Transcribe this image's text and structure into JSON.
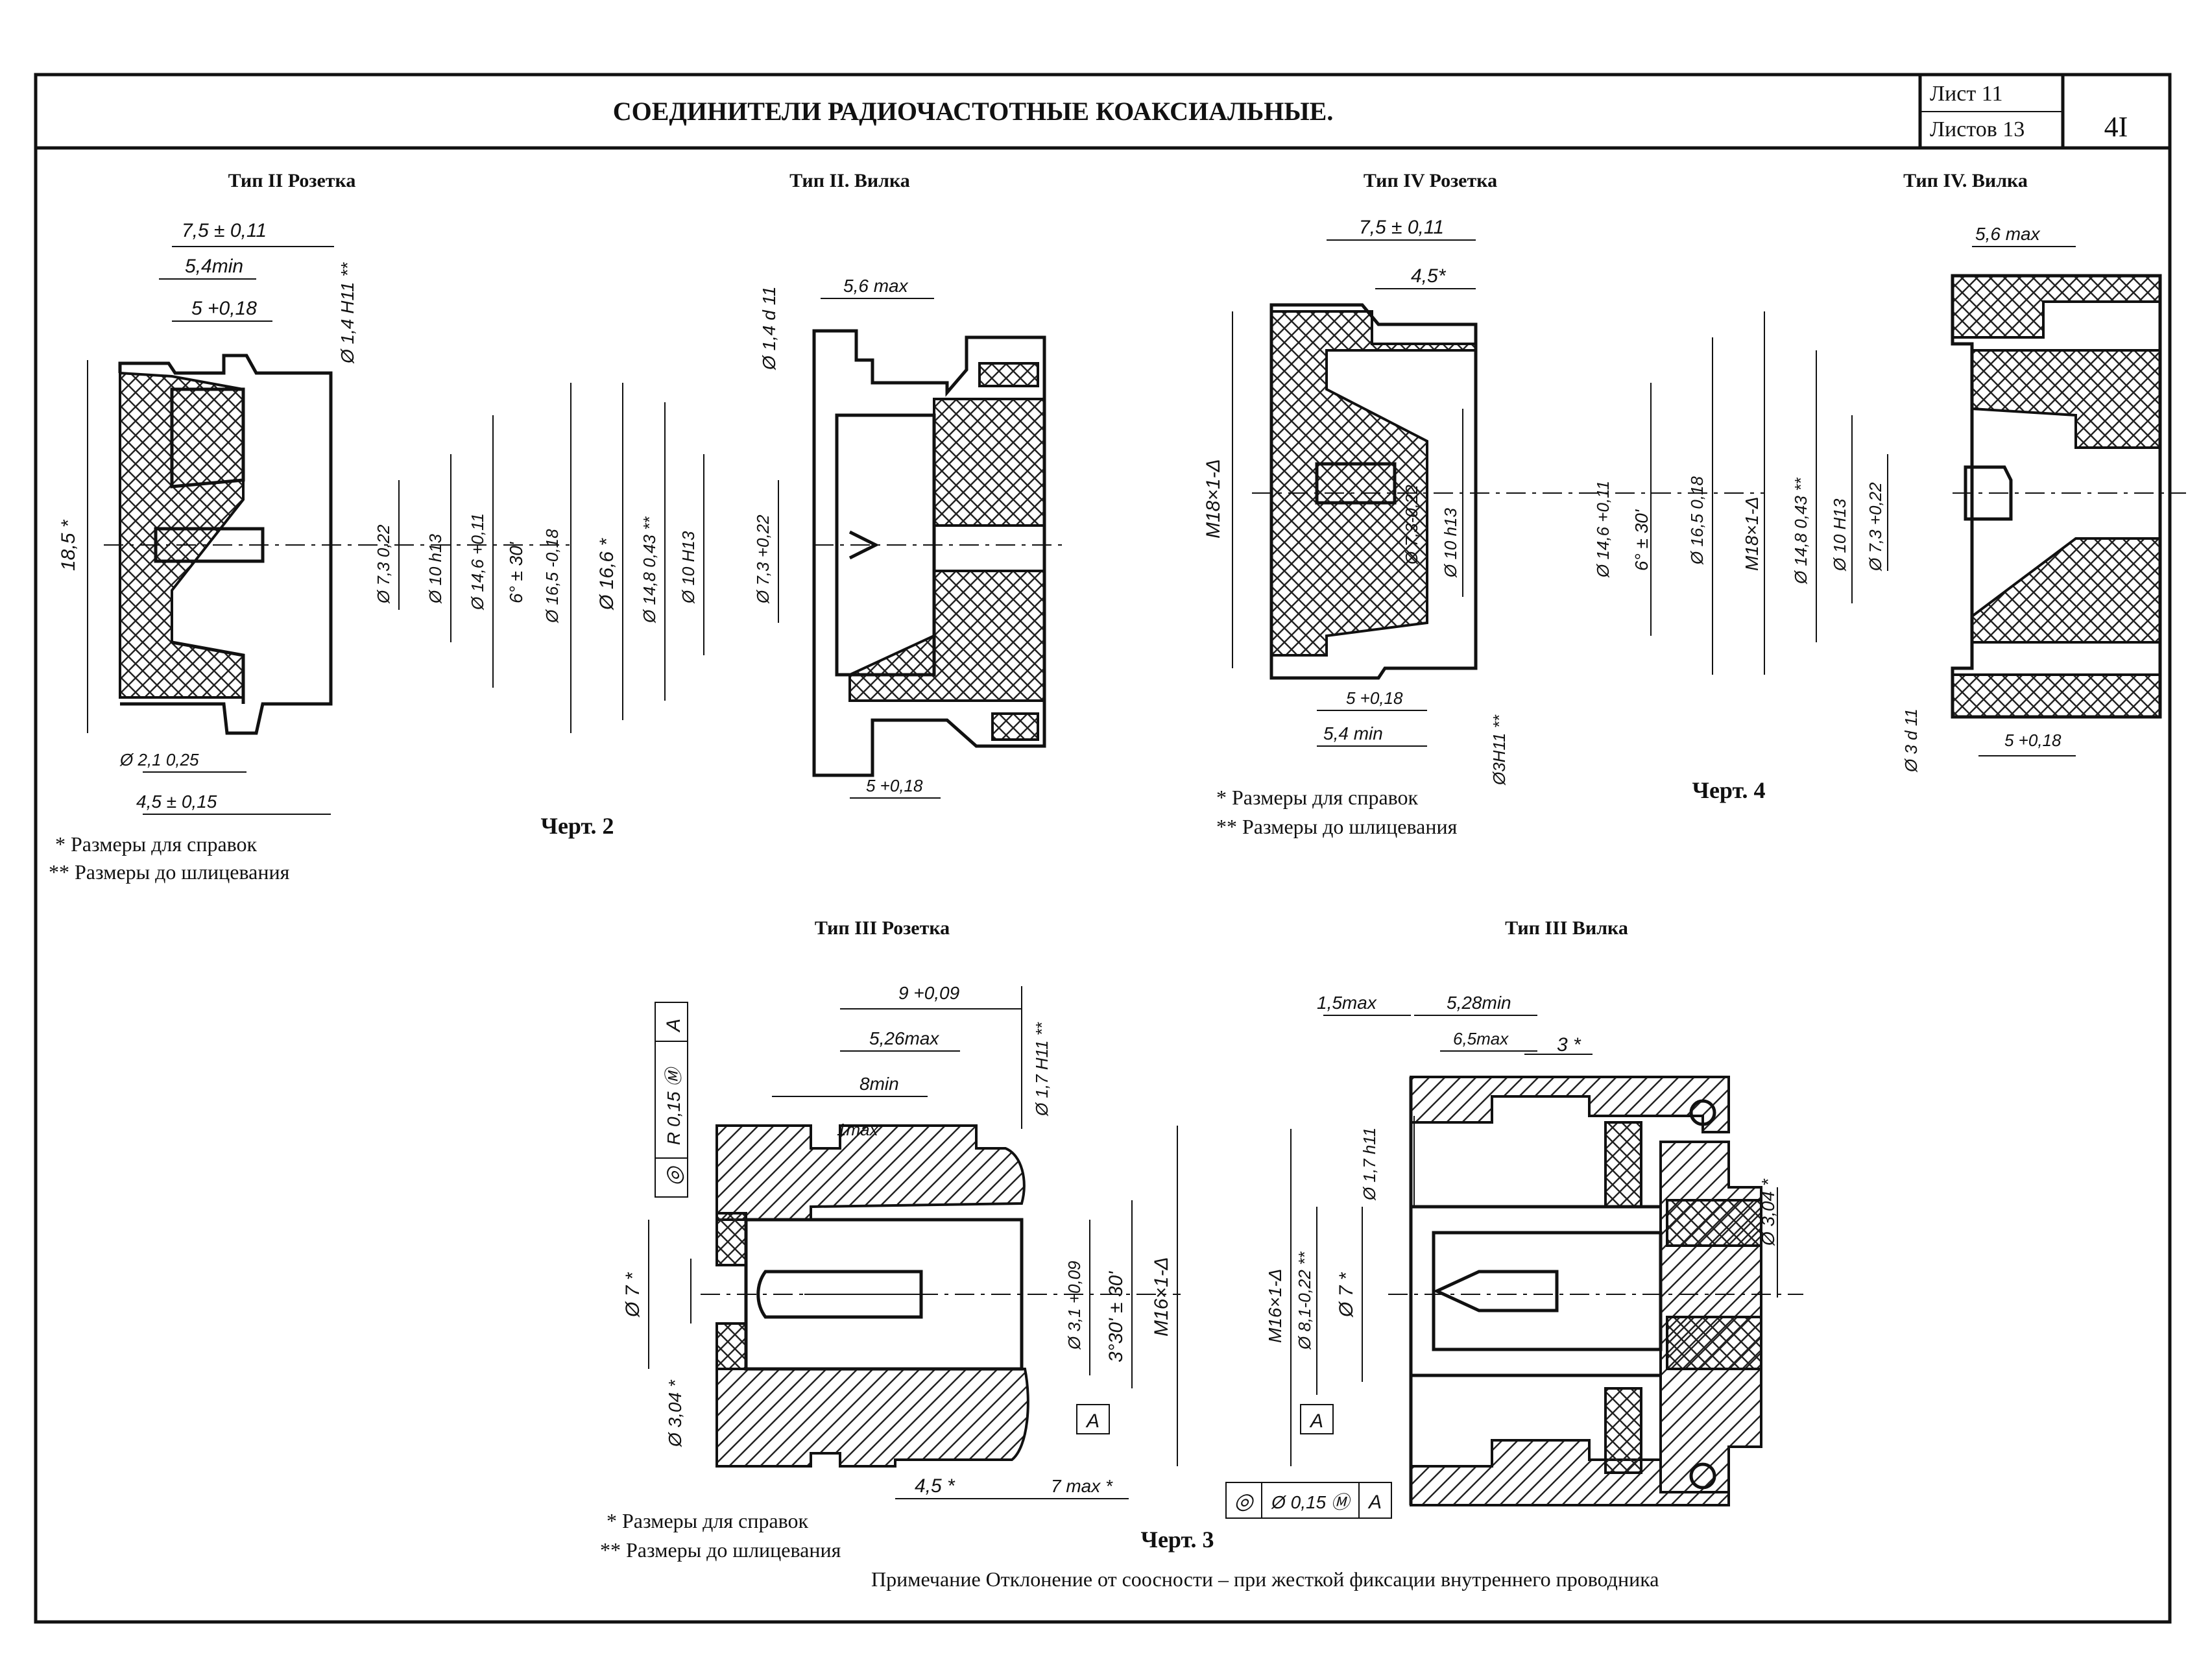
{
  "header": {
    "title": "СОЕДИНИТЕЛИ РАДИОЧАСТОТНЫЕ КОАКСИАЛЬНЫЕ.",
    "sheet_label": "Лист 11",
    "sheets_total_label": "Листов 13",
    "page_number": "4I"
  },
  "figures": {
    "t2_socket": {
      "title": "Тип II Розетка",
      "dims": [
        "7,5 ± 0,11",
        "5,4min",
        "5 +0,18",
        "Ø 1,4 H11 **",
        "18,5 *",
        "Ø 7,3 0,22",
        "Ø 10 h13",
        "Ø 14,6 +0,11",
        "6° ± 30'",
        "Ø 16,5 -0,18",
        "Ø 2,1 0,25",
        "4,5 ± 0,15"
      ]
    },
    "t2_plug": {
      "title": "Тип II. Вилка",
      "dims": [
        "5,6 max",
        "Ø 1,4 d 11",
        "Ø 16,6 *",
        "Ø 14,8 0,43 **",
        "Ø 10 H13",
        "Ø 7,3 +0,22",
        "5 +0,18"
      ]
    },
    "chert2": {
      "caption": "Черт. 2",
      "note1": "* Размеры для справок",
      "note2": "** Размеры до шлицевания"
    },
    "t4_socket": {
      "title": "Тип IV Розетка",
      "dims": [
        "7,5 ± 0,11",
        "4,5*",
        "M18×1-Δ",
        "Ø 7,3-0,22",
        "Ø 10 h13",
        "Ø 14,6 +0,11",
        "6° ± 30'",
        "Ø 16,5 0,18",
        "5 +0,18",
        "5,4 min",
        "Ø3H11 **"
      ],
      "note1": "* Размеры для справок",
      "note2": "** Размеры до шлицевания"
    },
    "t4_plug": {
      "title": "Тип IV. Вилка",
      "dims": [
        "5,6 max",
        "M18×1-Δ",
        "Ø 14,8 0,43 **",
        "Ø 10 H13",
        "Ø 7,3 +0,22",
        "Ø 3 d 11",
        "5 +0,18"
      ]
    },
    "chert4": {
      "caption": "Черт. 4"
    },
    "t3_socket": {
      "title": "Тип III Розетка",
      "dims": [
        "9 +0,09",
        "5,26max",
        "8min",
        "1max",
        "Ø 1,7 H11 **",
        "Ø 7 *",
        "Ø 3,04 *",
        "Ø 3,1 +0,09",
        "3°30' ± 30'",
        "M16×1-Δ",
        "A",
        "4,5 *",
        "7 max *"
      ],
      "tolerance": [
        "◎",
        "R 0,15 Ⓜ",
        "A"
      ],
      "note1": "* Размеры для справок",
      "note2": "** Размеры до шлицевания"
    },
    "t3_plug": {
      "title": "Тип III Вилка",
      "dims": [
        "1,5max",
        "5,28min",
        "6,5max",
        "3 *",
        "Ø 1,7 h11",
        "M16×1-Δ",
        "Ø 8,1-0,22 **",
        "Ø 7 *",
        "Ø 3,04 *",
        "A"
      ],
      "tolerance": [
        "◎",
        "Ø 0,15 Ⓜ",
        "A"
      ]
    },
    "chert3": {
      "caption": "Черт. 3"
    }
  },
  "footer_note": "Примечание Отклонение от соосности – при жесткой фиксации внутреннего проводника"
}
